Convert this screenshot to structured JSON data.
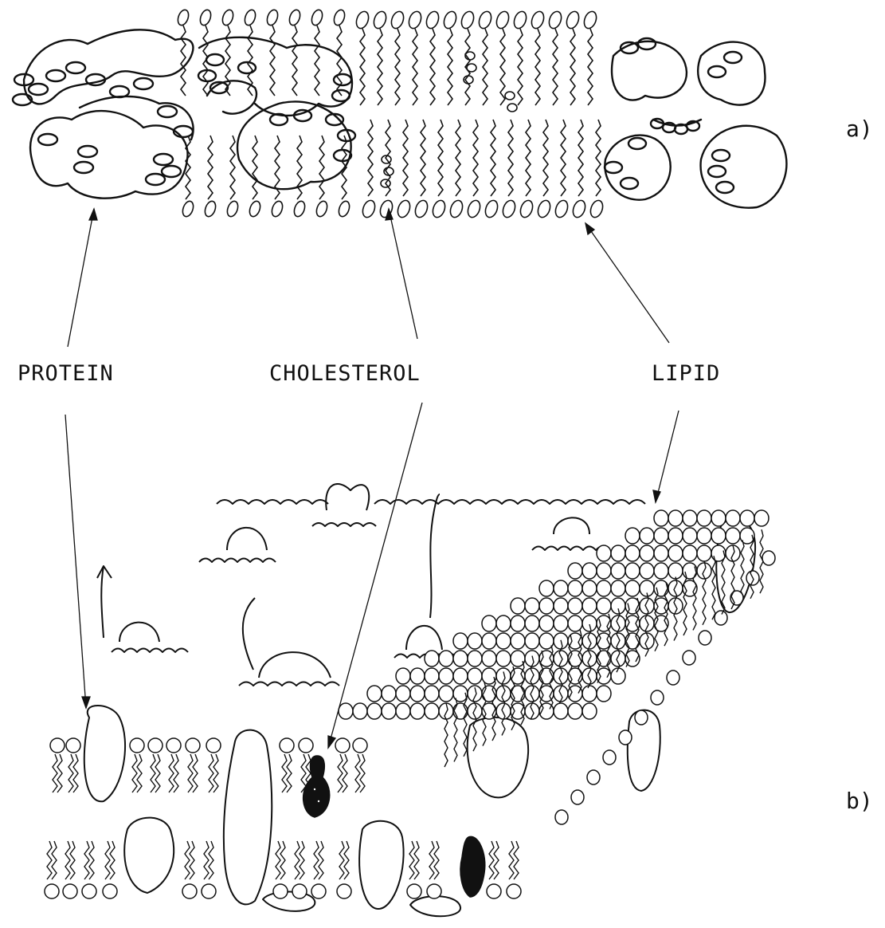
{
  "labels": {
    "protein": "PROTEIN",
    "cholesterol": "CHOLESTEROL",
    "lipid": "LIPID"
  },
  "parts": {
    "a": "a)",
    "b": "b)"
  },
  "colors": {
    "ink": "#111111",
    "paper": "#ffffff"
  }
}
